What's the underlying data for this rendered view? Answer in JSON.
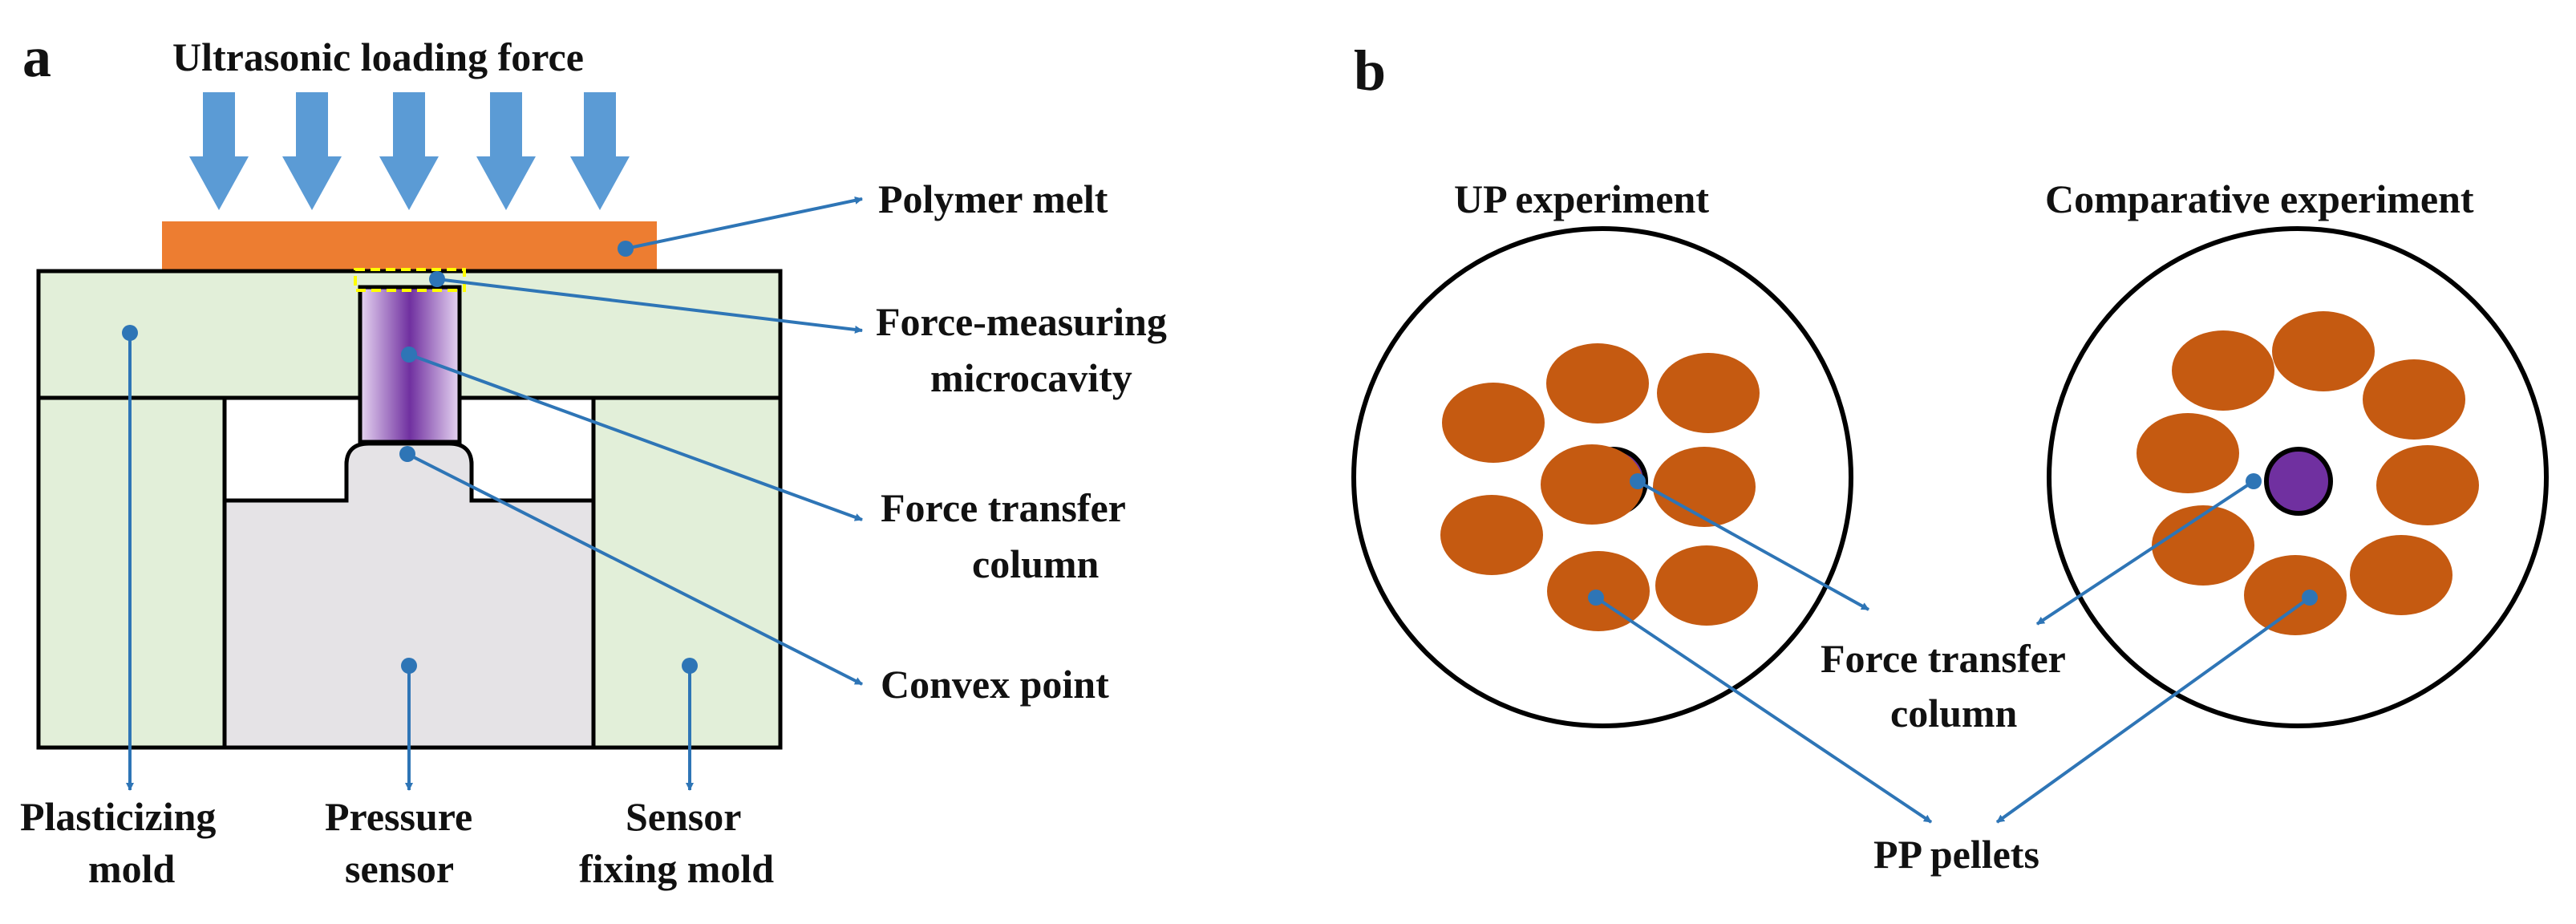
{
  "colors": {
    "arrow_blue": "#5b9bd5",
    "leader_blue": "#2e75b6",
    "mold_green": "#e2efd9",
    "sensor_gray": "#e5e3e6",
    "melt_orange": "#ed7d31",
    "pellet_orange": "#c55a11",
    "column_purple": "#7030a0",
    "microcavity_outline": "#ffff00",
    "outline_black": "#000000"
  },
  "panel_a": {
    "letter": "a",
    "title": "Ultrasonic loading force",
    "labels": {
      "polymer_melt": "Polymer melt",
      "force_measuring_1": "Force-measuring",
      "force_measuring_2": "microcavity",
      "force_transfer_1": "Force transfer",
      "force_transfer_2": "column",
      "convex_point": "Convex point",
      "plasticizing_1": "Plasticizing",
      "plasticizing_2": "mold",
      "pressure_1": "Pressure",
      "pressure_2": "sensor",
      "sensor_fixing_1": "Sensor",
      "sensor_fixing_2": "fixing mold"
    }
  },
  "panel_b": {
    "letter": "b",
    "up_title": "UP experiment",
    "comparative_title": "Comparative experiment",
    "force_transfer_1": "Force transfer",
    "force_transfer_2": "column",
    "pp_pellets": "PP pellets"
  }
}
